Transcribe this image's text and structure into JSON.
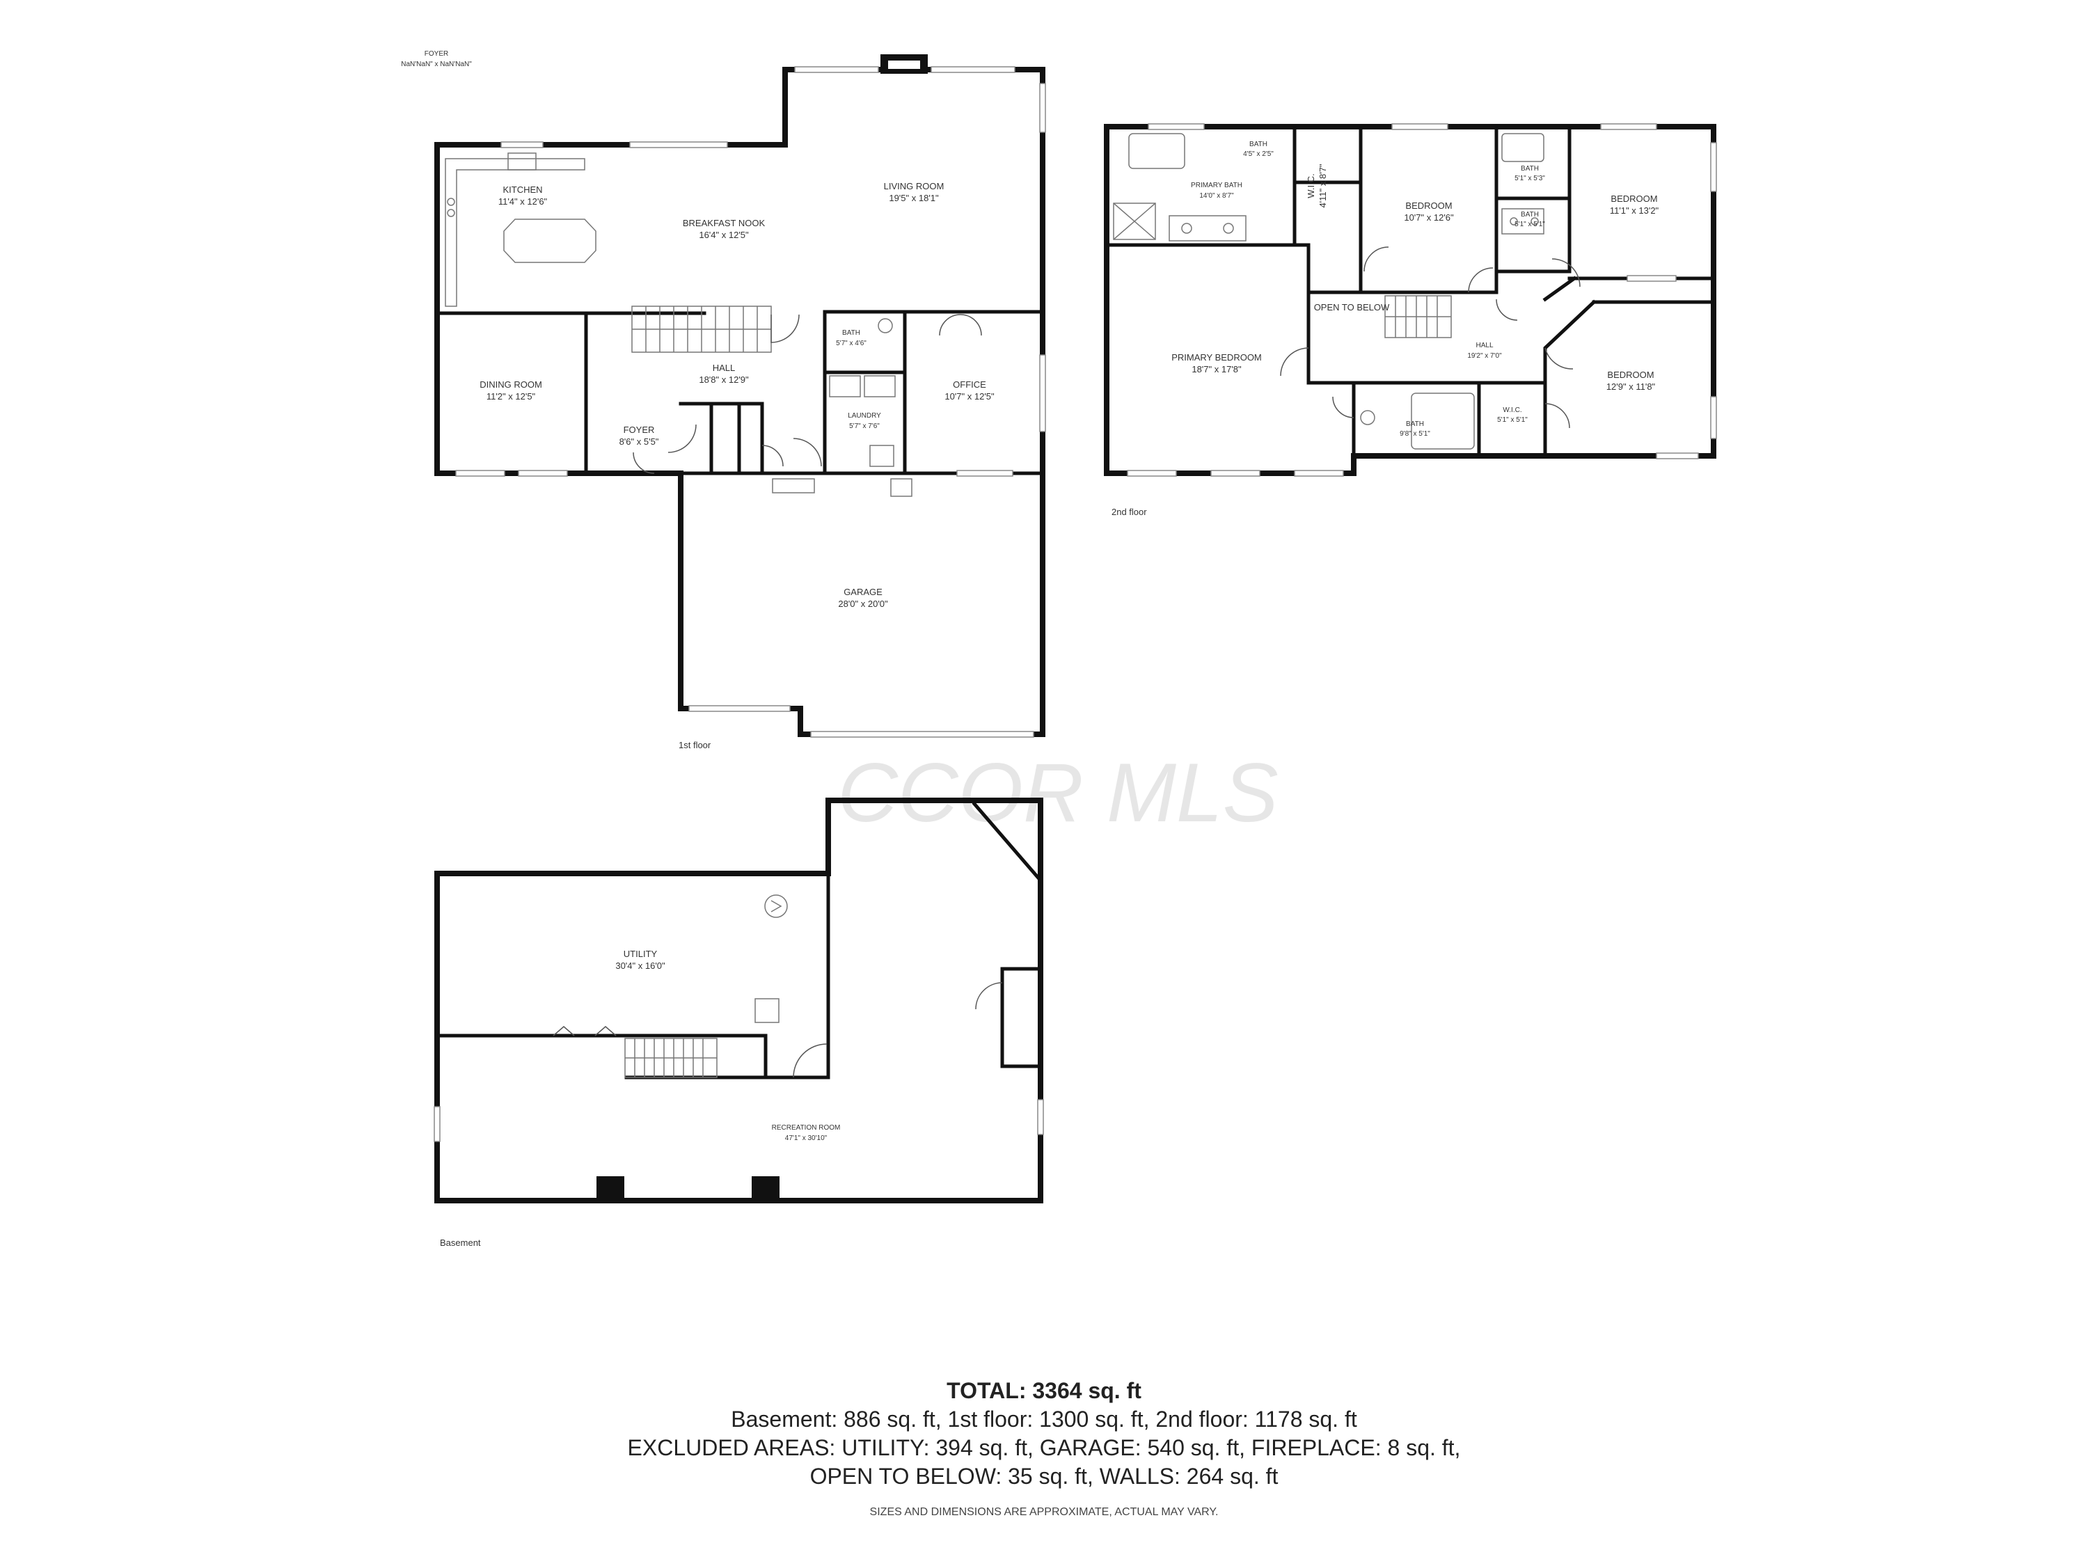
{
  "watermark": "CCOR MLS",
  "floors": {
    "first": "1st floor",
    "second": "2nd floor",
    "basement": "Basement"
  },
  "rooms": {
    "stray_foyer": {
      "name": "FOYER",
      "dim": "NaN'NaN\" x NaN'NaN\""
    },
    "kitchen": {
      "name": "KITCHEN",
      "dim": "11'4\" x 12'6\""
    },
    "breakfast_nook": {
      "name": "BREAKFAST NOOK",
      "dim": "16'4\" x 12'5\""
    },
    "living_room": {
      "name": "LIVING ROOM",
      "dim": "19'5\" x 18'1\""
    },
    "dining_room": {
      "name": "DINING ROOM",
      "dim": "11'2\" x 12'5\""
    },
    "hall_1": {
      "name": "HALL",
      "dim": "18'8\" x 12'9\""
    },
    "bath_1": {
      "name": "BATH",
      "dim": "5'7\" x 4'6\""
    },
    "office": {
      "name": "OFFICE",
      "dim": "10'7\" x 12'5\""
    },
    "foyer": {
      "name": "FOYER",
      "dim": "8'6\" x 5'5\""
    },
    "laundry": {
      "name": "LAUNDRY",
      "dim": "5'7\" x 7'6\""
    },
    "garage": {
      "name": "GARAGE",
      "dim": "28'0\" x 20'0\""
    },
    "primary_bath": {
      "name": "PRIMARY BATH",
      "dim": "14'0\" x 8'7\""
    },
    "bath_small": {
      "name": "BATH",
      "dim": "4'5\" x 2'5\""
    },
    "wic_primary": {
      "name": "W.I.C.",
      "dim": "4'11\" x 8'7\""
    },
    "bedroom_a": {
      "name": "BEDROOM",
      "dim": "10'7\" x 12'6\""
    },
    "bath_tub": {
      "name": "BATH",
      "dim": "5'1\" x 5'3\""
    },
    "bath_sink": {
      "name": "BATH",
      "dim": "5'1\" x 5'1\""
    },
    "bedroom_b": {
      "name": "BEDROOM",
      "dim": "11'1\" x 13'2\""
    },
    "open_to_below": {
      "name": "OPEN TO BELOW"
    },
    "primary_bedroom": {
      "name": "PRIMARY BEDROOM",
      "dim": "18'7\" x 17'8\""
    },
    "hall_2": {
      "name": "HALL",
      "dim": "19'2\" x 7'0\""
    },
    "bedroom_c": {
      "name": "BEDROOM",
      "dim": "12'9\" x 11'8\""
    },
    "bath_2": {
      "name": "BATH",
      "dim": "9'8\" x 5'1\""
    },
    "wic_2": {
      "name": "W.I.C.",
      "dim": "5'1\" x 5'1\""
    },
    "utility": {
      "name": "UTILITY",
      "dim": "30'4\" x 16'0\""
    },
    "recreation_room": {
      "name": "RECREATION ROOM",
      "dim": "47'1\" x 30'10\""
    }
  },
  "summary": {
    "total": "TOTAL: 3364 sq. ft",
    "line1": "Basement: 886 sq. ft, 1st floor: 1300 sq. ft, 2nd floor: 1178 sq. ft",
    "line2": "EXCLUDED AREAS: UTILITY: 394 sq. ft, GARAGE: 540 sq. ft, FIREPLACE: 8 sq. ft,",
    "line3": "OPEN TO BELOW: 35 sq. ft, WALLS: 264 sq. ft",
    "disclaimer": "SIZES AND DIMENSIONS ARE APPROXIMATE, ACTUAL MAY VARY."
  }
}
